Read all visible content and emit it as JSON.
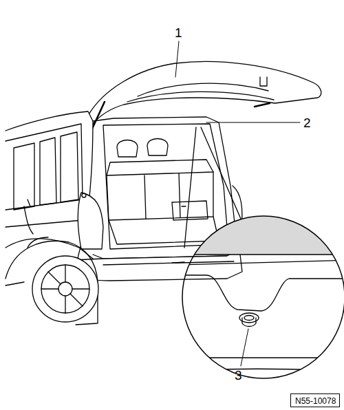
{
  "diagram": {
    "nodes": [
      {
        "text": [
          "N55-10078"
        ]
      }
    ],
    "labels": [
      "1",
      "2",
      "3"
    ]
  }
}
